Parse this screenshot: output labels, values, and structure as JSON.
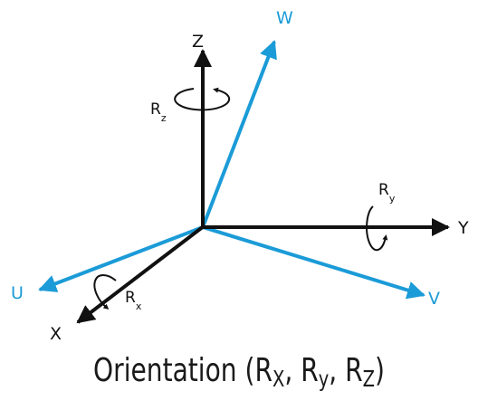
{
  "colors": {
    "black_axis": "#111111",
    "blue_axis": "#1b9bd7"
  },
  "axes": {
    "x": "X",
    "y": "Y",
    "z": "Z",
    "u": "U",
    "v": "V",
    "w": "W"
  },
  "rotations": {
    "rx": {
      "main": "R",
      "sub": "x"
    },
    "ry": {
      "main": "R",
      "sub": "y"
    },
    "rz": {
      "main": "R",
      "sub": "z"
    }
  },
  "caption": {
    "prefix": "Orientation (R",
    "sub1": "X",
    "sep1": ", R",
    "sub2": "y",
    "sep2": ", R",
    "sub3": "Z",
    "suffix": ")"
  }
}
